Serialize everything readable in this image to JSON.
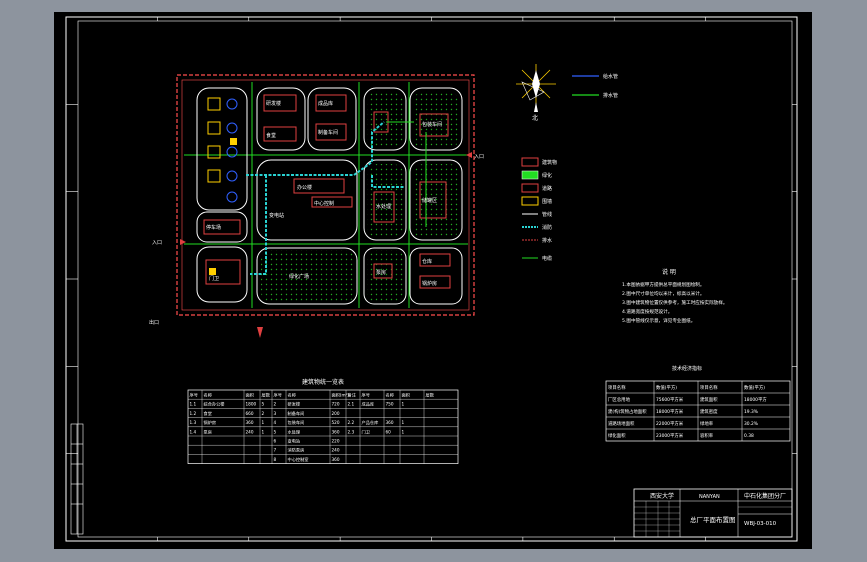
{
  "drawing": {
    "plan_title_block": "总厂平面布置图",
    "drawing_number": "WBJ-03-010",
    "company": "中石化集团分厂",
    "school": "西安大学",
    "sheet_label": "NANYAN"
  },
  "colors": {
    "background": "#000000",
    "page": "#8d949e",
    "frame": "#ffffff",
    "boundary": "#ff4d4d",
    "greenline": "#22dd22",
    "pipe": "#29d3d3",
    "building": "#e04040",
    "blue": "#3060ff",
    "sun": "#ffd000"
  },
  "buildings": {
    "office": "办公楼",
    "lab": "研发楼",
    "warehouse": "成品库",
    "canteen": "食堂",
    "workshop1": "制备车间",
    "workshop2": "包装车间",
    "boiler": "锅炉房",
    "pump": "泵房",
    "tank": "储罐区",
    "parking": "停车场",
    "storage": "仓库",
    "gate": "门卫",
    "substation": "变电站",
    "plaza": "绿化广场",
    "center": "中心控制",
    "water": "水处理"
  },
  "legend": {
    "items": [
      "建筑物",
      "绿化",
      "道路",
      "围墙",
      "管线",
      "消防",
      "排水",
      "电缆"
    ],
    "top_items": [
      "给水管",
      "排水管"
    ]
  },
  "notes": {
    "title": "说  明",
    "lines": [
      "1.本图依据甲方提供总平面规划图绘制。",
      "2.图中尺寸单位均以米计，标高以米计。",
      "3.图中建筑物位置仅供参考，施工时应按实际放样。",
      "4.道路宽度按规范设计。",
      "5.图中管线仅示意，详见专业图纸。"
    ]
  },
  "stats": {
    "title": "技术经济指标",
    "headers": [
      "项目名称",
      "数值(平方)",
      "项目名称",
      "数值(平方)"
    ],
    "rows": [
      [
        "厂区总用地",
        "75600平方米",
        "建筑面积",
        "18000平方"
      ],
      [
        "建(构)筑物占地面积",
        "18000平方米",
        "建筑密度",
        "19.3%"
      ],
      [
        "道路场地面积",
        "22000平方米",
        "绿地率",
        "30.2%"
      ],
      [
        "绿化面积",
        "23000平方米",
        "容积率",
        "0.38"
      ]
    ]
  },
  "table": {
    "title": "建筑物统一览表",
    "headers": [
      "序号",
      "名称",
      "面积",
      "层数",
      "序号",
      "名称",
      "面积(m²)",
      "备注",
      "序号",
      "名称",
      "面积",
      "层数"
    ],
    "rows": [
      [
        "1.1",
        "综合办公楼",
        "1800",
        "5",
        "2",
        "研发楼",
        "720",
        "2.1",
        "成品库",
        "750",
        "1"
      ],
      [
        "1.2",
        "食堂",
        "660",
        "2",
        "3",
        "制备车间",
        "200",
        "",
        "",
        "",
        ""
      ],
      [
        "1.3",
        "锅炉房",
        "360",
        "1",
        "4",
        "包装车间",
        "520",
        "2.2",
        "产品仓库",
        "360",
        "1"
      ],
      [
        "1.4",
        "泵房",
        "240",
        "1",
        "5",
        "水处理",
        "360",
        "2.3",
        "门卫",
        "60",
        "1"
      ],
      [
        "",
        "",
        "",
        "",
        "6",
        "变电站",
        "220",
        "",
        "",
        "",
        ""
      ],
      [
        "",
        "",
        "",
        "",
        "7",
        "消防泵房",
        "240",
        "",
        "",
        "",
        ""
      ],
      [
        "",
        "",
        "",
        "",
        "8",
        "中心控制室",
        "360",
        "",
        "",
        "",
        ""
      ]
    ]
  },
  "labels": {
    "entrance1": "入口",
    "entrance2": "入口",
    "entrance3": "出口",
    "north": "北"
  }
}
